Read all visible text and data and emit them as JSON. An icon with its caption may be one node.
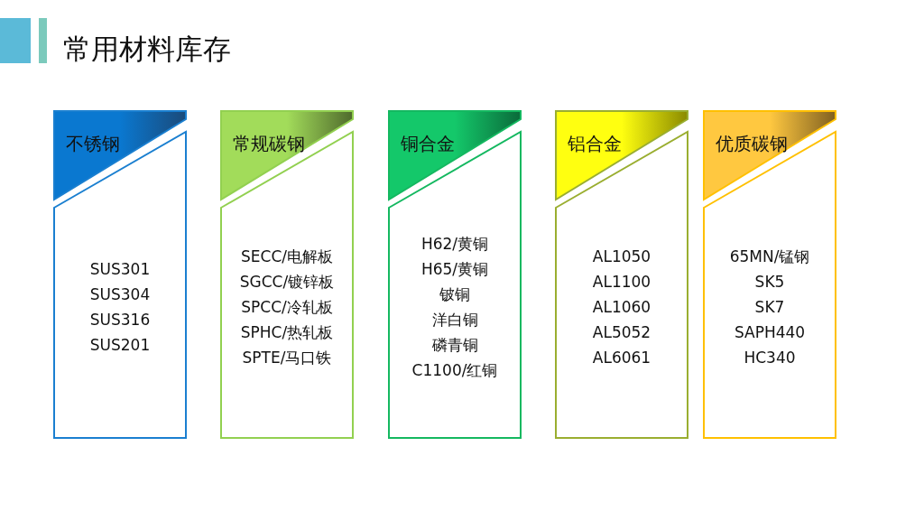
{
  "diagram": {
    "title": "常用材料库存",
    "nodes": [
      {
        "text": [
          "不锈钢"
        ]
      },
      {
        "text": [
          "SUS301",
          "SUS304",
          "SUS316",
          "SUS201"
        ]
      },
      {
        "text": [
          "常规碳钢"
        ]
      },
      {
        "text": [
          "SECC/电解板",
          "SGCC/镀锌板",
          "SPCC/冷轧板",
          "SPHC/热轧板",
          "SPTE/马口铁"
        ]
      },
      {
        "text": [
          "铜合金"
        ]
      },
      {
        "text": [
          "H62/黄铜",
          "H65/黄铜",
          "铍铜",
          "洋白铜",
          "磷青铜",
          "C1100/红铜"
        ]
      },
      {
        "text": [
          "铝合金"
        ]
      },
      {
        "text": [
          "AL1050",
          "AL1100",
          "AL1060",
          "AL5052",
          "AL6061"
        ]
      },
      {
        "text": [
          "优质碳钢"
        ]
      },
      {
        "text": [
          "65MN/锰钢",
          "SK5",
          "SK7",
          "SAPH440",
          "HC340"
        ]
      }
    ]
  }
}
